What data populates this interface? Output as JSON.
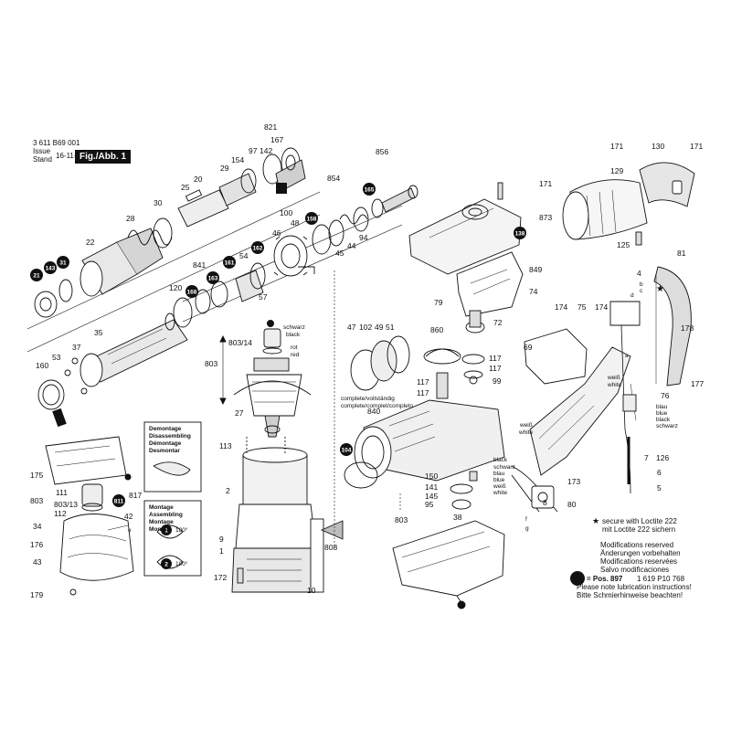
{
  "header": {
    "part_no": "3 611 B69 001",
    "issue_label": "Issue",
    "stand_label": "Stand",
    "issue_date": "16-11-14",
    "figure": "Fig./Abb. 1"
  },
  "callouts": {
    "p821": "821",
    "p167": "167",
    "p142": "142",
    "p97": "97",
    "p154": "154",
    "p29": "29",
    "p20": "20",
    "p25": "25",
    "p30": "30",
    "p28": "28",
    "p22": "22",
    "p21": "21",
    "p143": "143",
    "p31": "31",
    "p856": "856",
    "p854": "854",
    "p165": "165",
    "p158": "158",
    "p100": "100",
    "p46": "46",
    "p48": "48",
    "p45": "45",
    "p44": "44",
    "p94": "94",
    "p162": "162",
    "p54": "54",
    "p161": "161",
    "p841": "841",
    "p163": "163",
    "p168": "168",
    "p57": "57",
    "p120": "120",
    "p35": "35",
    "p37": "37",
    "p53": "53",
    "p160": "160",
    "p803_14": "803/14",
    "p803": "803",
    "p27": "27",
    "p113": "113",
    "p175": "175",
    "p111": "111",
    "p803_13": "803/13",
    "p112": "112",
    "p817": "817",
    "p42": "42",
    "p34": "34",
    "p176": "176",
    "p43": "43",
    "p179": "179",
    "p2": "2",
    "p9": "9",
    "p1": "1",
    "p172": "172",
    "p10": "10",
    "p808": "808",
    "p171a": "171",
    "p873": "873",
    "p138": "138",
    "p849": "849",
    "p79": "79",
    "p74": "74",
    "p72": "72",
    "p47": "47",
    "p102": "102",
    "p49": "49",
    "p51": "51",
    "p860": "860",
    "p117a": "117",
    "p117b": "117",
    "p117c": "117",
    "p117d": "117",
    "p99": "99",
    "p840": "840",
    "p104": "104",
    "p150": "150",
    "p141": "141",
    "p145": "145",
    "p95": "95",
    "p38": "38",
    "p130": "130",
    "p171b": "171",
    "p171c": "171",
    "p129": "129",
    "p125": "125",
    "p81": "81",
    "p4": "4",
    "p178": "178",
    "p174a": "174",
    "p75": "75",
    "p174b": "174",
    "p69": "69",
    "p177": "177",
    "p76": "76",
    "p7": "7",
    "p126": "126",
    "p6": "6",
    "p5": "5",
    "p173": "173",
    "p80": "80",
    "p811": "811",
    "p8": "8"
  },
  "wire_labels": {
    "schwarz": "schwarz",
    "black": "black",
    "rot": "rot",
    "red": "red",
    "weiss": "weiß",
    "white": "white",
    "blau": "blau",
    "blue": "blue",
    "complete1": "complete/vollständig",
    "complete2": "complete/complet/completo",
    "f": "f",
    "g": "g",
    "e": "e",
    "a": "a",
    "d": "d",
    "b": "b",
    "c": "c"
  },
  "boxes": {
    "demontage": [
      "Demontage",
      "Disassembling",
      "Démontage",
      "Desmontar"
    ],
    "montage": [
      "Montage",
      "Assembling",
      "Montage",
      "Montar"
    ],
    "rot1": "180°",
    "rot2": "180°",
    "step1": "1",
    "step2": "2"
  },
  "notes": {
    "loctite_1": "secure with Loctite 222",
    "loctite_2": "mit Loctite 222 sichern",
    "mods": [
      "Modifications reserved",
      "Änderungen vorbehalten",
      "Modifications reservées",
      "Salvo modificaciones"
    ],
    "pos_label": "= Pos. 897",
    "doc_no": "1 619 P10 768",
    "lube_1": "Please note lubrication instructions!",
    "lube_2": "Bitte Schmierhinweise beachten!"
  },
  "colors": {
    "ink": "#111111",
    "paper": "#ffffff",
    "shade": "#bdbdbd"
  }
}
